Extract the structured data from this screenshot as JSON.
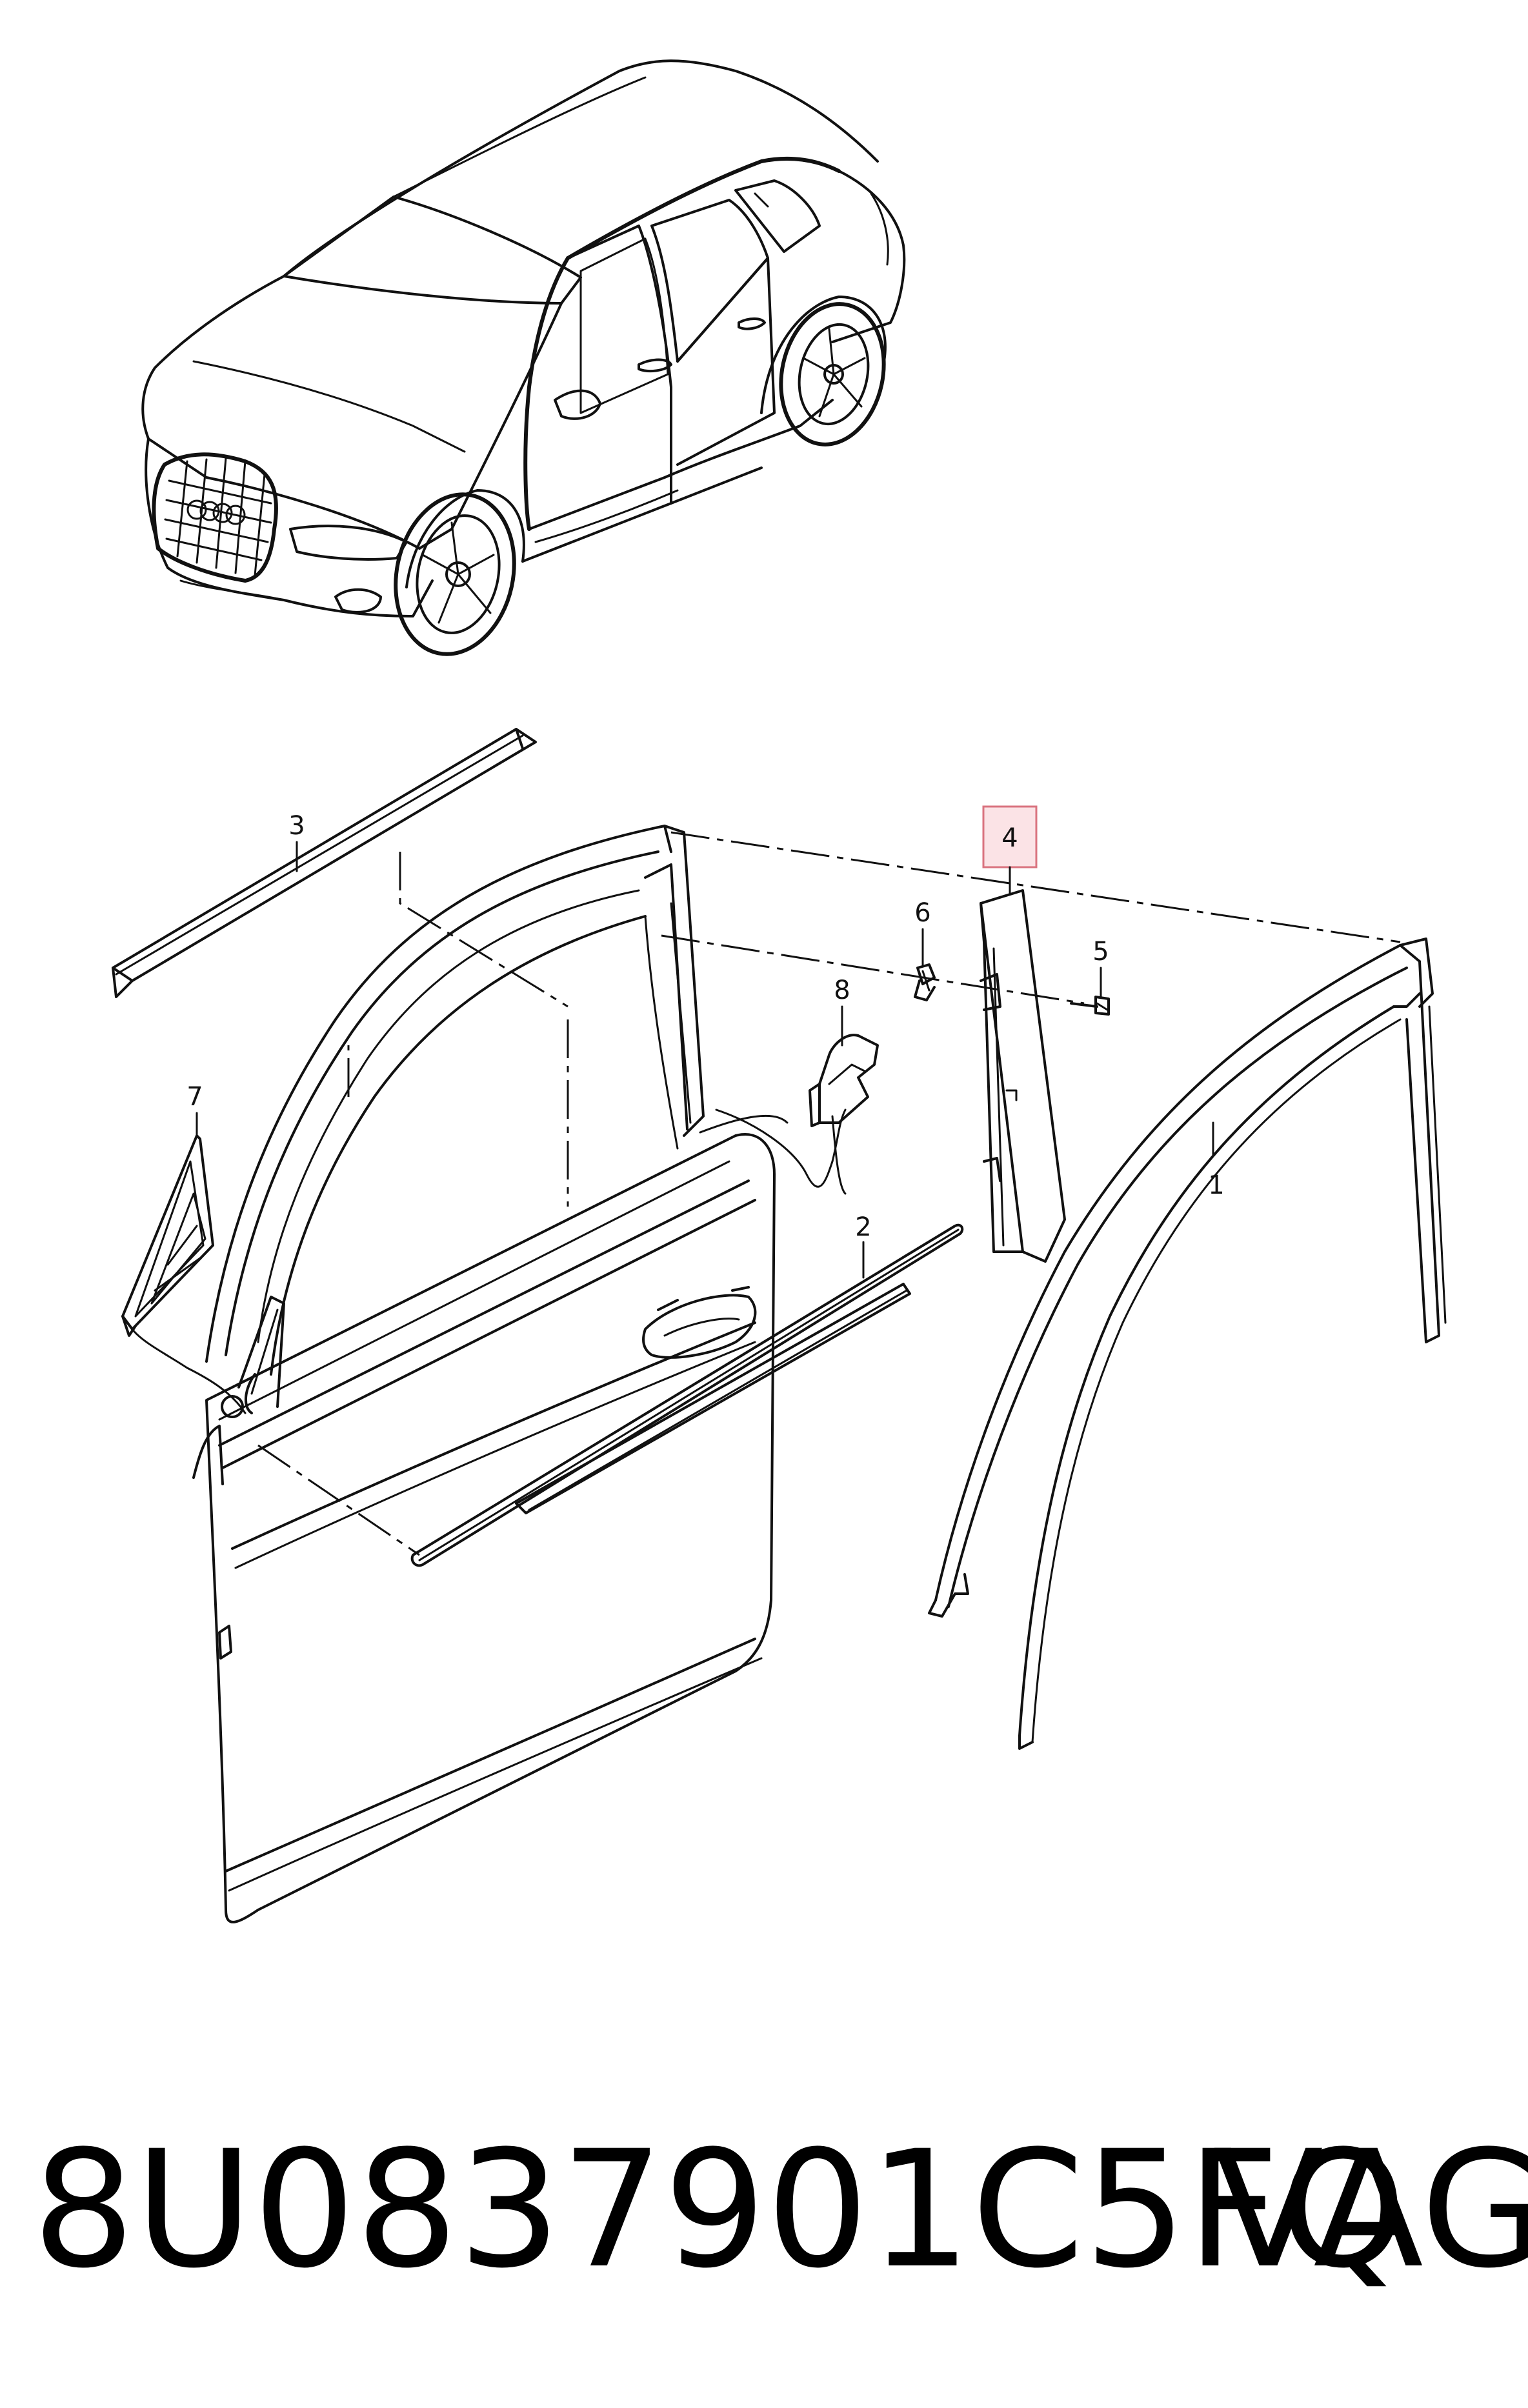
{
  "callouts": [
    {
      "id": "1",
      "label": "1"
    },
    {
      "id": "2",
      "label": "2"
    },
    {
      "id": "3",
      "label": "3"
    },
    {
      "id": "4",
      "label": "4",
      "highlighted": true
    },
    {
      "id": "5",
      "label": "5"
    },
    {
      "id": "6",
      "label": "6"
    },
    {
      "id": "7",
      "label": "7"
    },
    {
      "id": "8",
      "label": "8"
    }
  ],
  "footer": {
    "part_number": "8U0837901C5FQ",
    "brand": "VAG"
  },
  "colors": {
    "line": "#111111",
    "highlight_fill": "#fbe3e6",
    "highlight_stroke": "#d9737f"
  }
}
